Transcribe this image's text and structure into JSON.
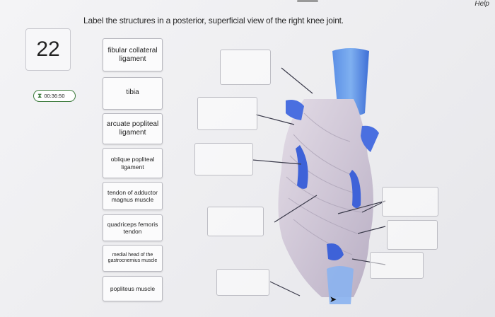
{
  "header": {
    "help_label": "Help"
  },
  "question": {
    "number": "22",
    "prompt": "Label the structures in a posterior, superficial view of the right knee joint.",
    "timer": "00:36:50"
  },
  "word_bank": [
    "fibular collateral ligament",
    "tibia",
    "arcuate popliteal ligament",
    "oblique popliteal ligament",
    "tendon of adductor magnus muscle",
    "quadriceps femoris tendon",
    "medial head of the gastrocnemius muscle",
    "popliteus muscle"
  ],
  "colors": {
    "accent": "#3b7a3b",
    "bone_blue": "#3f78e0",
    "muscle": "#d9d2dd"
  },
  "icons": {
    "timer": "hourglass-icon",
    "cursor": "mouse-pointer-icon"
  }
}
